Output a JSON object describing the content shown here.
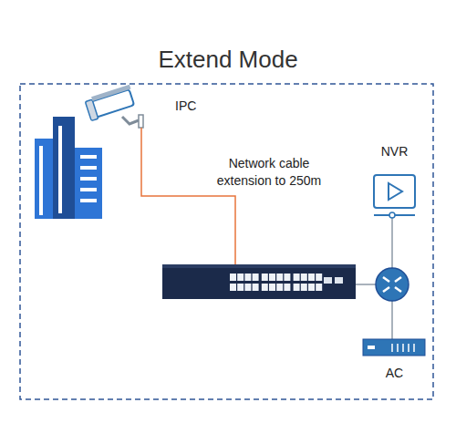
{
  "diagram": {
    "title": "Extend Mode",
    "nodes": [
      {
        "text": [
          "IPC"
        ]
      },
      {
        "text": [
          "NVR"
        ]
      },
      {
        "text": [
          "AC"
        ]
      }
    ],
    "labels": [
      "Network cable extension to 250m"
    ]
  }
}
